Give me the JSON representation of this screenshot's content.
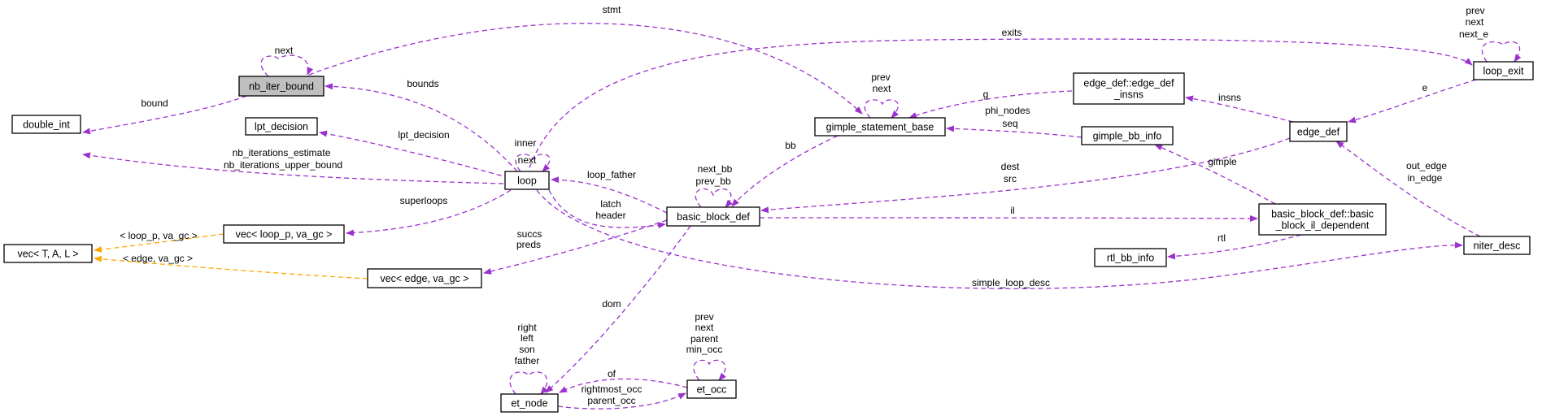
{
  "colors": {
    "usage_edge": "#9a32cd",
    "template_edge": "#ffa500",
    "focus_fill": "#bfbfbf"
  },
  "nodes": [
    {
      "id": "nb_iter_bound",
      "lines": [
        "nb_iter_bound"
      ],
      "focus": true
    },
    {
      "id": "double_int",
      "lines": [
        "double_int"
      ]
    },
    {
      "id": "lpt_decision",
      "lines": [
        "lpt_decision"
      ]
    },
    {
      "id": "loop",
      "lines": [
        "loop"
      ]
    },
    {
      "id": "vec_loop_p",
      "lines": [
        "vec< loop_p, va_gc >"
      ]
    },
    {
      "id": "vec_tal",
      "lines": [
        "vec< T, A, L >"
      ]
    },
    {
      "id": "vec_edge",
      "lines": [
        "vec< edge, va_gc >"
      ]
    },
    {
      "id": "gimple_statement_base",
      "lines": [
        "gimple_statement_base"
      ]
    },
    {
      "id": "basic_block_def",
      "lines": [
        "basic_block_def"
      ]
    },
    {
      "id": "edge_def_insns",
      "lines": [
        "edge_def::edge_def",
        "_insns"
      ]
    },
    {
      "id": "gimple_bb_info",
      "lines": [
        "gimple_bb_info"
      ]
    },
    {
      "id": "loop_exit",
      "lines": [
        "loop_exit"
      ]
    },
    {
      "id": "edge_def",
      "lines": [
        "edge_def"
      ]
    },
    {
      "id": "bb_il_dep",
      "lines": [
        "basic_block_def::basic",
        "_block_il_dependent"
      ]
    },
    {
      "id": "rtl_bb_info",
      "lines": [
        "rtl_bb_info"
      ]
    },
    {
      "id": "niter_desc",
      "lines": [
        "niter_desc"
      ]
    },
    {
      "id": "et_node",
      "lines": [
        "et_node"
      ]
    },
    {
      "id": "et_occ",
      "lines": [
        "et_occ"
      ]
    }
  ],
  "edges": [
    {
      "id": "nb_next",
      "kind": "usage",
      "labels": [
        "next"
      ]
    },
    {
      "id": "nb_bound",
      "kind": "usage",
      "labels": [
        "bound"
      ]
    },
    {
      "id": "stmt",
      "kind": "usage",
      "labels": [
        "stmt"
      ]
    },
    {
      "id": "exits",
      "kind": "usage",
      "labels": [
        "exits"
      ]
    },
    {
      "id": "bounds",
      "kind": "usage",
      "labels": [
        "bounds"
      ]
    },
    {
      "id": "loop_self",
      "kind": "usage",
      "labels": [
        "next",
        "inner"
      ]
    },
    {
      "id": "lpt",
      "kind": "usage",
      "labels": [
        "lpt_decision"
      ]
    },
    {
      "id": "nb_iters",
      "kind": "usage",
      "labels": [
        "nb_iterations_estimate",
        "nb_iterations_upper_bound"
      ]
    },
    {
      "id": "superloops",
      "kind": "usage",
      "labels": [
        "superloops"
      ]
    },
    {
      "id": "tpl_loop_p",
      "kind": "template",
      "labels": [
        "< loop_p, va_gc >"
      ]
    },
    {
      "id": "tpl_edge",
      "kind": "template",
      "labels": [
        "< edge, va_gc >"
      ]
    },
    {
      "id": "succs_preds",
      "kind": "usage",
      "labels": [
        "succs",
        "preds"
      ]
    },
    {
      "id": "loop_father",
      "kind": "usage",
      "labels": [
        "loop_father"
      ]
    },
    {
      "id": "latch_header",
      "kind": "usage",
      "labels": [
        "latch",
        "header"
      ]
    },
    {
      "id": "bb_self",
      "kind": "usage",
      "labels": [
        "next_bb",
        "prev_bb"
      ]
    },
    {
      "id": "gsb_self",
      "kind": "usage",
      "labels": [
        "prev",
        "next"
      ]
    },
    {
      "id": "bb",
      "kind": "usage",
      "labels": [
        "bb"
      ]
    },
    {
      "id": "g",
      "kind": "usage",
      "labels": [
        "g"
      ]
    },
    {
      "id": "phi_seq",
      "kind": "usage",
      "labels": [
        "phi_nodes",
        "seq"
      ]
    },
    {
      "id": "insns",
      "kind": "usage",
      "labels": [
        "insns"
      ]
    },
    {
      "id": "le_self",
      "kind": "usage",
      "labels": [
        "prev",
        "next",
        "next_e"
      ]
    },
    {
      "id": "e",
      "kind": "usage",
      "labels": [
        "e"
      ]
    },
    {
      "id": "dest_src",
      "kind": "usage",
      "labels": [
        "dest",
        "src"
      ]
    },
    {
      "id": "gimple",
      "kind": "usage",
      "labels": [
        "gimple"
      ]
    },
    {
      "id": "il",
      "kind": "usage",
      "labels": [
        "il"
      ]
    },
    {
      "id": "rtl",
      "kind": "usage",
      "labels": [
        "rtl"
      ]
    },
    {
      "id": "out_in_edge",
      "kind": "usage",
      "labels": [
        "out_edge",
        "in_edge"
      ]
    },
    {
      "id": "simple_loop_desc",
      "kind": "usage",
      "labels": [
        "simple_loop_desc"
      ]
    },
    {
      "id": "dom",
      "kind": "usage",
      "labels": [
        "dom"
      ]
    },
    {
      "id": "et_self",
      "kind": "usage",
      "labels": [
        "right",
        "left",
        "son",
        "father"
      ]
    },
    {
      "id": "of",
      "kind": "usage",
      "labels": [
        "of"
      ]
    },
    {
      "id": "occ_edge",
      "kind": "usage",
      "labels": [
        "rightmost_occ",
        "parent_occ"
      ]
    },
    {
      "id": "occ_self",
      "kind": "usage",
      "labels": [
        "prev",
        "next",
        "parent",
        "min_occ"
      ]
    }
  ]
}
